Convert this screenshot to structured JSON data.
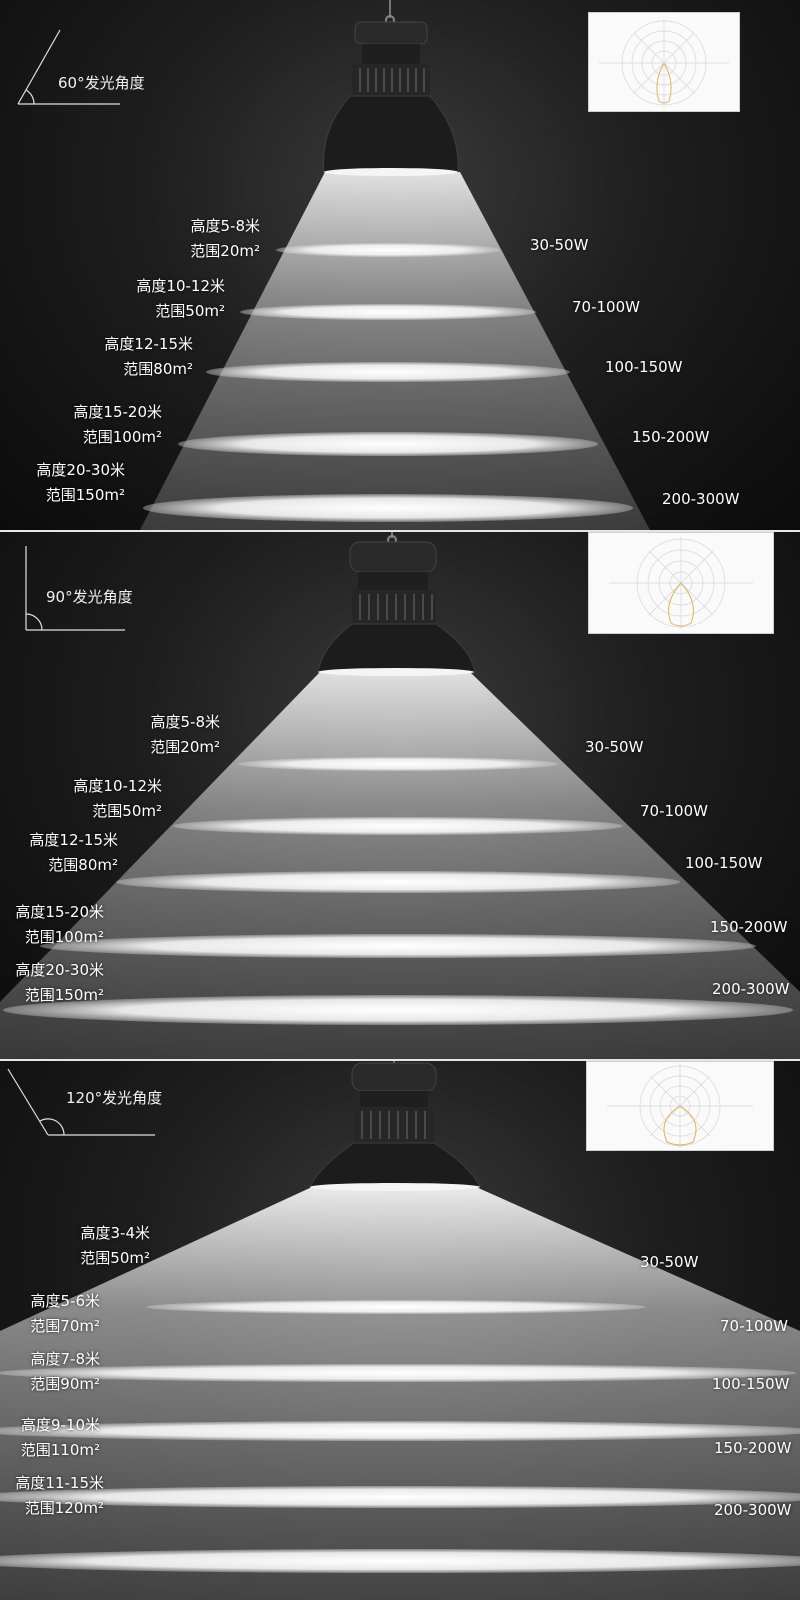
{
  "panels": [
    {
      "angle_text": "60°发光角度",
      "rows": [
        {
          "height": "高度5-8米",
          "area": "范围20m²",
          "watt": "30-50W"
        },
        {
          "height": "高度10-12米",
          "area": "范围50m²",
          "watt": "70-100W"
        },
        {
          "height": "高度12-15米",
          "area": "范围80m²",
          "watt": "100-150W"
        },
        {
          "height": "高度15-20米",
          "area": "范围100m²",
          "watt": "150-200W"
        },
        {
          "height": "高度20-30米",
          "area": "范围150m²",
          "watt": "200-300W"
        }
      ]
    },
    {
      "angle_text": "90°发光角度",
      "rows": [
        {
          "height": "高度5-8米",
          "area": "范围20m²",
          "watt": "30-50W"
        },
        {
          "height": "高度10-12米",
          "area": "范围50m²",
          "watt": "70-100W"
        },
        {
          "height": "高度12-15米",
          "area": "范围80m²",
          "watt": "100-150W"
        },
        {
          "height": "高度15-20米",
          "area": "范围100m²",
          "watt": "150-200W"
        },
        {
          "height": "高度20-30米",
          "area": "范围150m²",
          "watt": "200-300W"
        }
      ]
    },
    {
      "angle_text": "120°发光角度",
      "rows": [
        {
          "height": "高度3-4米",
          "area": "范围50m²",
          "watt": "30-50W"
        },
        {
          "height": "高度5-6米",
          "area": "范围70m²",
          "watt": "70-100W"
        },
        {
          "height": "高度7-8米",
          "area": "范围90m²",
          "watt": "100-150W"
        },
        {
          "height": "高度9-10米",
          "area": "范围110m²",
          "watt": "150-200W"
        },
        {
          "height": "高度11-15米",
          "area": "范围120m²",
          "watt": "200-300W"
        }
      ]
    }
  ],
  "icons": {
    "lamp": "high-bay-lamp-icon",
    "angle": "angle-indicator-icon",
    "polar": "polar-light-distribution-diagram"
  },
  "colors": {
    "background": "#1a1a1a",
    "beam": "#ffffff",
    "text": "#ffffff"
  }
}
